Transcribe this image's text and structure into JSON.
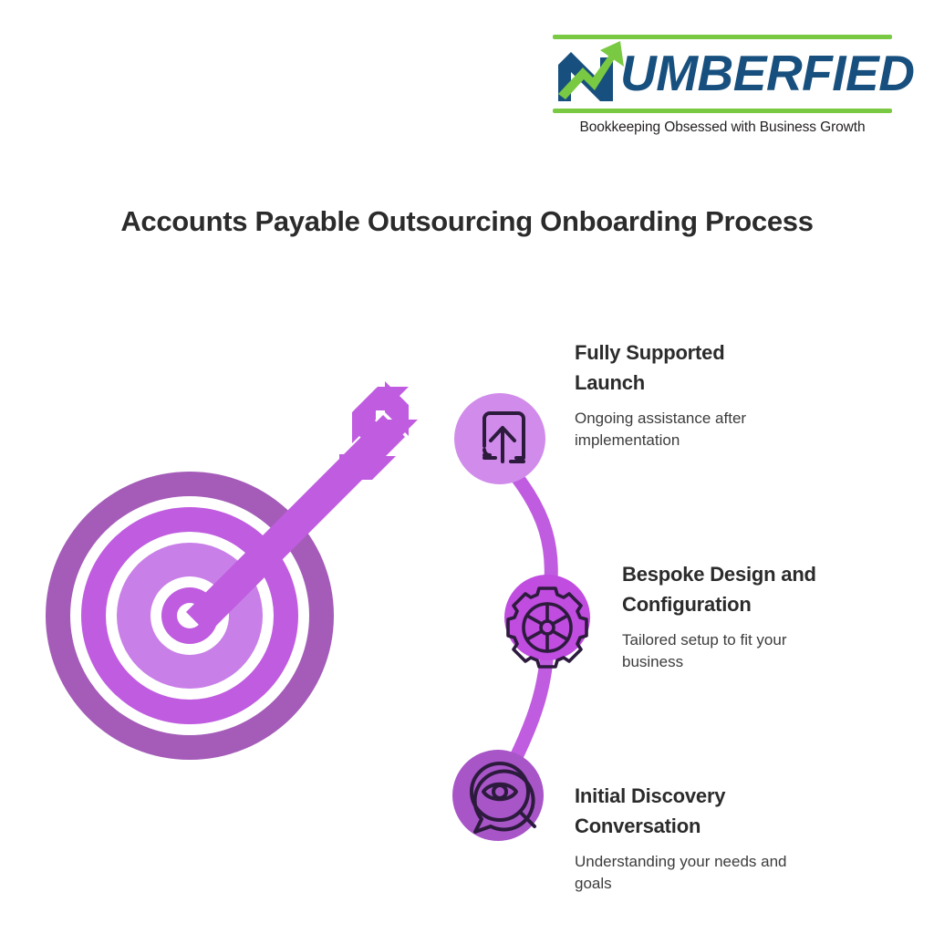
{
  "brand": {
    "logo_text": "UMBERFIED",
    "logo_mark_letter": "N",
    "tagline": "Bookkeeping Obsessed with Business Growth",
    "colors": {
      "navy": "#17507e",
      "green": "#7ac943"
    }
  },
  "title": "Accounts Payable Outsourcing Onboarding Process",
  "diagram": {
    "type": "process-flow",
    "target_graphic": {
      "name": "target-with-arrow",
      "ring_colors": [
        "#a45cb8",
        "#c05ce0",
        "#c97fe8"
      ],
      "gap_color": "#ffffff",
      "arrow_color": "#c05ce0"
    },
    "connector_color": "#c05ce0",
    "steps": [
      {
        "id": "fully-supported-launch",
        "icon": "launch-upload-icon",
        "circle_color": "#d18ceb",
        "icon_color": "#2d1b3d",
        "heading": "Fully Supported\nLaunch",
        "description": "Ongoing assistance after\nimplementation"
      },
      {
        "id": "bespoke-design-and-configuration",
        "icon": "gear-cog-icon",
        "circle_color": "#c04ce0",
        "icon_color": "#2d1b3d",
        "heading": "Bespoke Design and\nConfiguration",
        "description": "Tailored setup to fit your\nbusiness"
      },
      {
        "id": "initial-discovery-conversation",
        "icon": "magnifier-eye-chat-icon",
        "circle_color": "#a855c8",
        "icon_color": "#2d1b3d",
        "heading": "Initial Discovery\nConversation",
        "description": "Understanding your needs and\ngoals"
      }
    ]
  }
}
